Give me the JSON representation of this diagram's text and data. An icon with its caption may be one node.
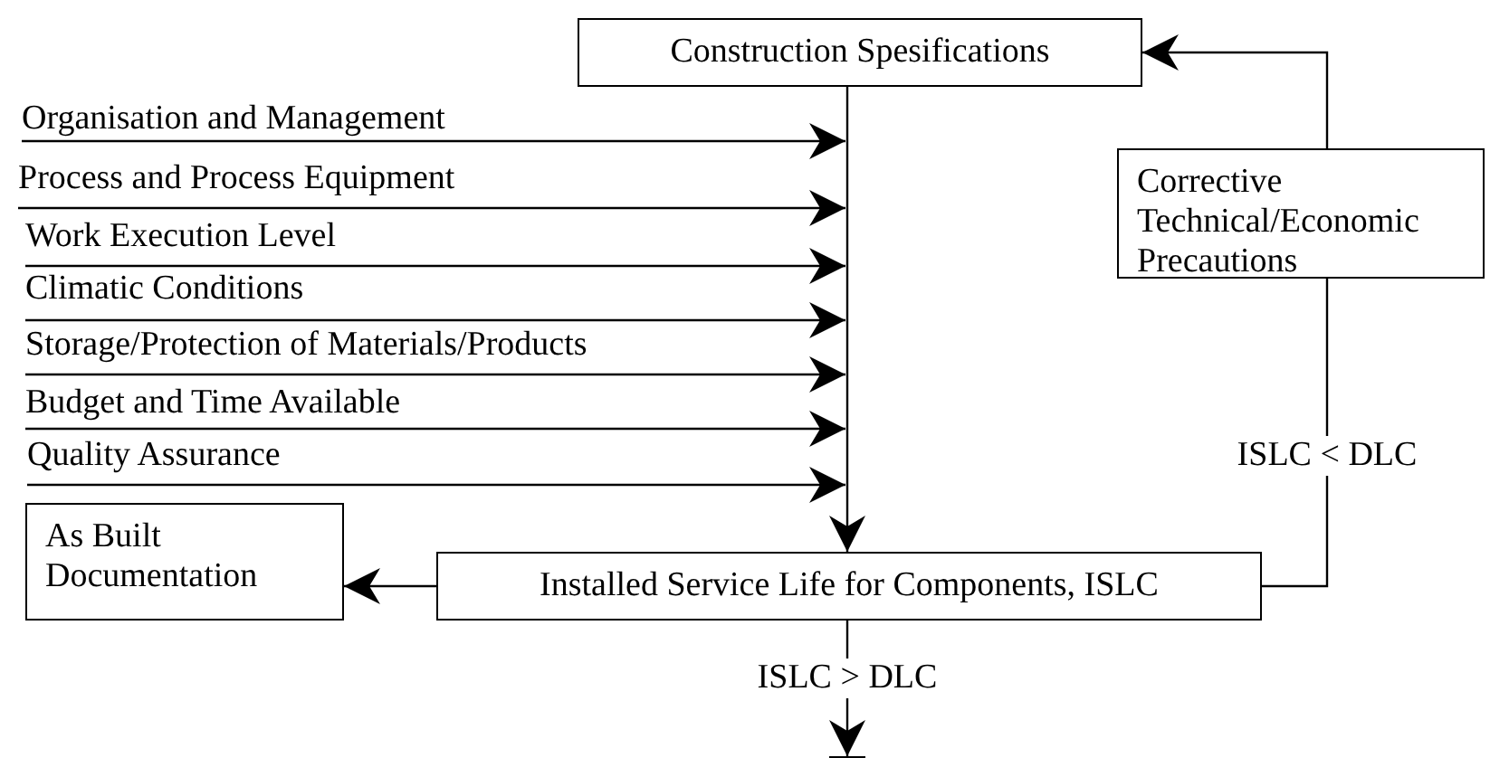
{
  "diagram": {
    "nodes": [
      {
        "text": [
          "Construction Spesifications"
        ]
      },
      {
        "text": [
          "Organisation and Management"
        ]
      },
      {
        "text": [
          "Process and Process Equipment"
        ]
      },
      {
        "text": [
          "Work Execution Level"
        ]
      },
      {
        "text": [
          "Climatic Conditions"
        ]
      },
      {
        "text": [
          "Storage/Protection of Materials/Products"
        ]
      },
      {
        "text": [
          "Budget and Time Available"
        ]
      },
      {
        "text": [
          "Quality Assurance"
        ]
      },
      {
        "text": [
          "Corrective Technical/Economic Precautions"
        ]
      },
      {
        "text": [
          "As Built Documentation"
        ]
      },
      {
        "text": [
          "Installed Service Life for Components, ISLC"
        ]
      }
    ],
    "edges": [
      {
        "from": 0,
        "to": 10,
        "arrow": "to"
      },
      {
        "from": 1,
        "to": null,
        "arrow": "to"
      },
      {
        "from": 2,
        "to": null,
        "arrow": "to"
      },
      {
        "from": 3,
        "to": null,
        "arrow": "to"
      },
      {
        "from": 4,
        "to": null,
        "arrow": "to"
      },
      {
        "from": 5,
        "to": null,
        "arrow": "to"
      },
      {
        "from": 6,
        "to": null,
        "arrow": "to"
      },
      {
        "from": 7,
        "to": null,
        "arrow": "to"
      },
      {
        "from": 10,
        "to": 9,
        "arrow": "to"
      },
      {
        "from": 10,
        "to": 8,
        "label": "ISLC < DLC",
        "arrow": "none"
      },
      {
        "from": 8,
        "to": 0,
        "arrow": "to"
      },
      {
        "from": 10,
        "to": null,
        "label": "ISLC > DLC",
        "arrow": "to"
      }
    ]
  }
}
